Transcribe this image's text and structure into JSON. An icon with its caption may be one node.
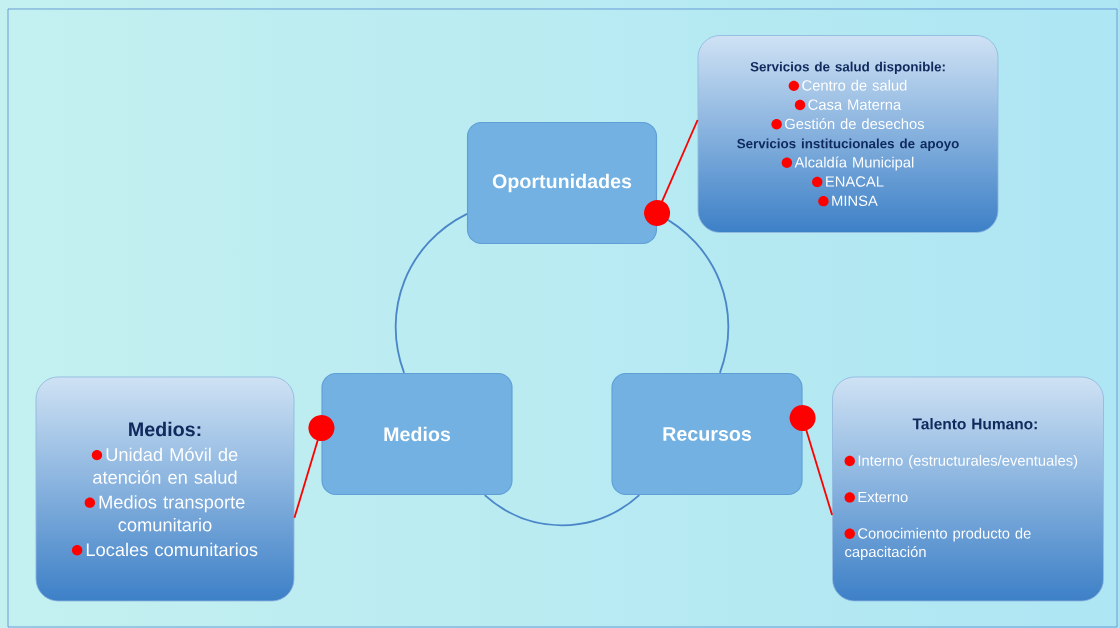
{
  "diagram": {
    "nodes": [
      {
        "text": [
          "Oportunidades"
        ]
      },
      {
        "text": [
          "Medios"
        ]
      },
      {
        "text": [
          "Recursos"
        ]
      },
      {
        "text": [
          "Servicios de salud disponible:",
          "Centro de salud",
          "Casa Materna",
          "Gestión de desechos",
          "Servicios institucionales de apoyo",
          "Alcaldía Municipal",
          "ENACAL",
          "MINSA"
        ]
      },
      {
        "text": [
          "Medios:",
          "Unidad Móvil de atención en salud",
          "Medios transporte comunitario",
          "Locales comunitarios"
        ]
      },
      {
        "text": [
          "Talento Humano:",
          "Interno (estructurales/eventuales)",
          "Externo",
          "Conocimiento producto de capacitación"
        ]
      }
    ],
    "edges": [
      {
        "from": 0,
        "to": 1,
        "arrow": "none"
      },
      {
        "from": 1,
        "to": 2,
        "arrow": "none"
      },
      {
        "from": 2,
        "to": 0,
        "arrow": "none"
      },
      {
        "from": 3,
        "to": 0,
        "arrow": "other",
        "color": "#ff0000"
      },
      {
        "from": 4,
        "to": 1,
        "arrow": "other",
        "color": "#ff0000"
      },
      {
        "from": 5,
        "to": 2,
        "arrow": "other",
        "color": "#ff0000"
      }
    ]
  }
}
